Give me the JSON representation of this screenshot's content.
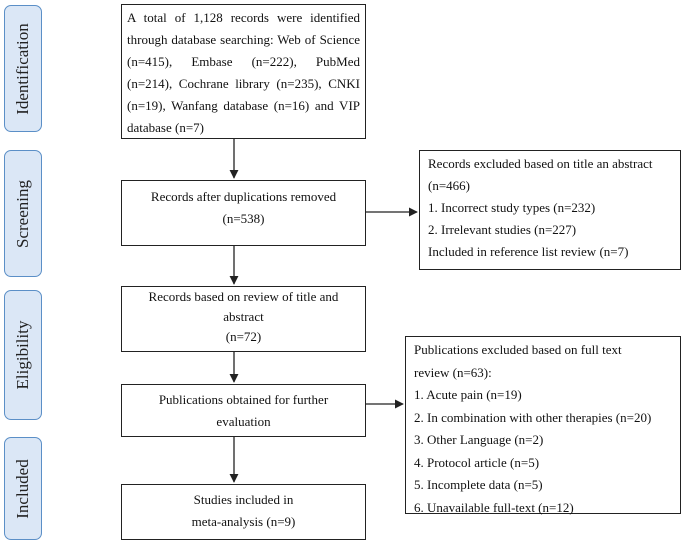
{
  "phases": {
    "identification": "Identification",
    "screening": "Screening",
    "eligibility": "Eligibility",
    "included": "Included"
  },
  "boxes": {
    "identified": "A total of 1,128 records were identified through database searching: Web of Science (n=415), Embase (n=222), PubMed (n=214), Cochrane library (n=235), CNKI (n=19), Wanfang database (n=16) and VIP database (n=7)",
    "after_duplicates": {
      "line1": "Records after duplications removed",
      "line2": "(n=538)"
    },
    "title_abstract_review": {
      "line1": "Records based on review of title and",
      "line2": "abstract",
      "line3": "(n=72)"
    },
    "full_text": {
      "line1": "Publications obtained for further",
      "line2": "evaluation"
    },
    "included_studies": {
      "line1": "Studies included in",
      "line2": "meta-analysis (n=9)"
    },
    "excluded_screening": {
      "line1": "Records excluded based on title an abstract",
      "line2": "(n=466)",
      "items": [
        "1.  Incorrect study types (n=232)",
        "2.  Irrelevant studies (n=227)"
      ],
      "footer": "Included in reference list review (n=7)"
    },
    "excluded_fulltext": {
      "line1": "Publications excluded based on full text",
      "line2": "review (n=63):",
      "items": [
        "1. Acute pain (n=19)",
        "2. In combination with other therapies (n=20)",
        "3. Other Language (n=2)",
        "4. Protocol article (n=5)",
        "5. Incomplete data (n=5)",
        "6. Unavailable full-text (n=12)"
      ]
    }
  },
  "colors": {
    "phase_fill": "#dbe7f6",
    "phase_border": "#5b8fc7",
    "box_border": "#222222"
  }
}
